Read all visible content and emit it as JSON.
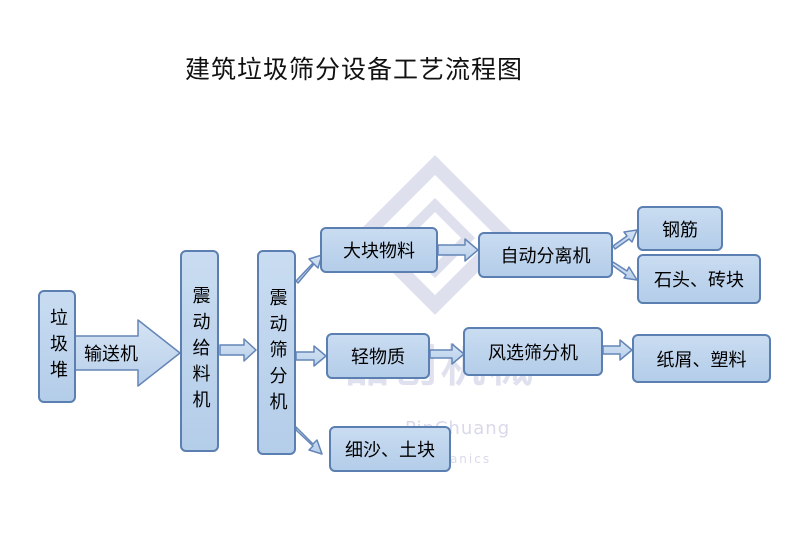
{
  "title": "建筑垃圾筛分设备工艺流程图",
  "nodes": {
    "pile": "垃圾堆",
    "conveyor": "输送机",
    "feeder": "震动给料机",
    "screen": "震动筛分机",
    "large": "大块物料",
    "light": "轻物质",
    "fine": "细沙、土块",
    "auto_sep": "自动分离机",
    "wind_screen": "风选筛分机",
    "rebar": "钢筋",
    "stone": "石头、砖块",
    "paper": "纸屑、塑料"
  },
  "watermark": {
    "brand_cn": "品创机械",
    "brand_en": "PinChuang",
    "brand_en2": "Mechanics"
  }
}
